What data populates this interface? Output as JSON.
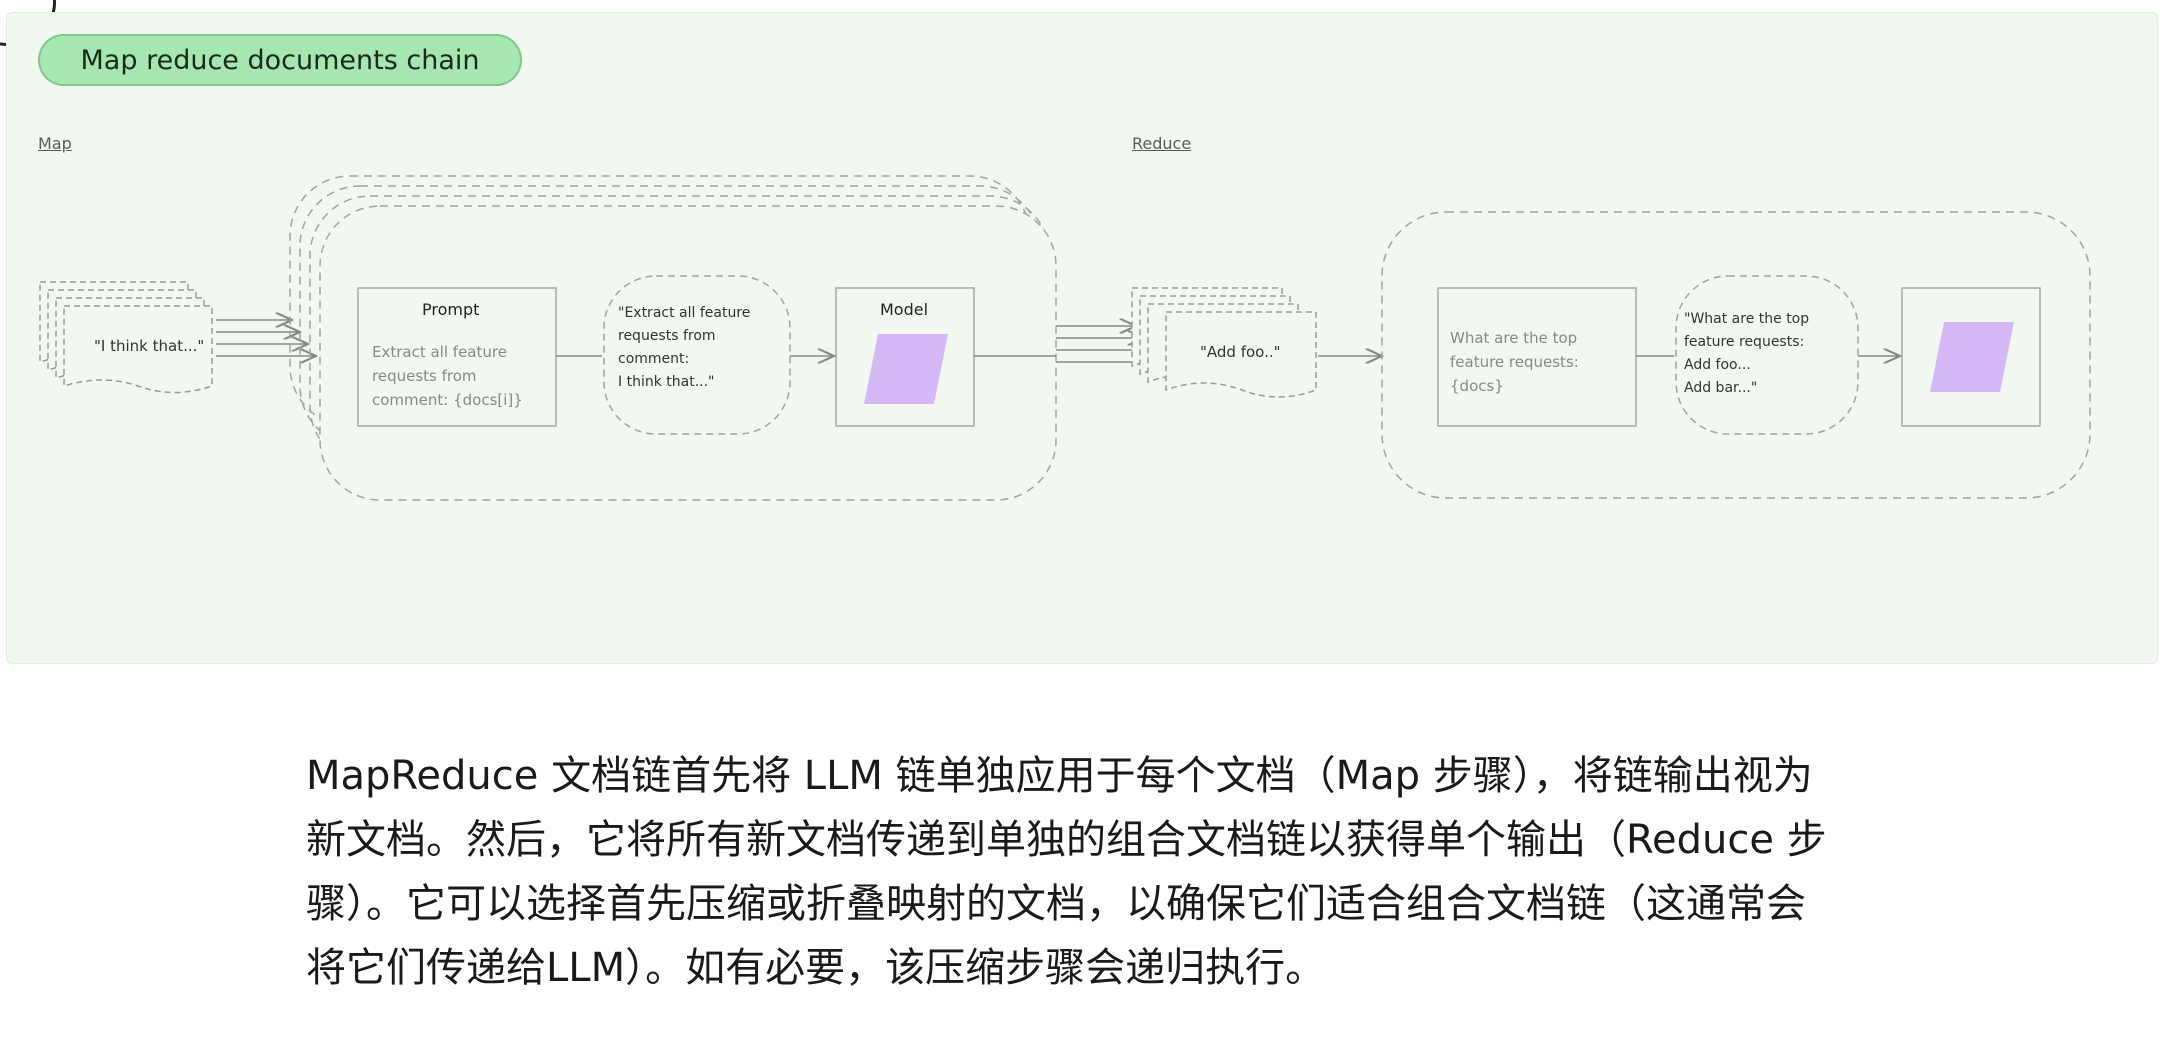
{
  "diagram": {
    "title": "Map reduce documents chain",
    "map_label": "Map",
    "reduce_label": "Reduce",
    "map": {
      "document_text": "\"I think that...\"",
      "prompt_title": "Prompt",
      "prompt_template": "Extract all feature\nrequests from\ncomment: {docs[i]}",
      "prompt_value": "\"Extract all feature\nrequests from\ncomment:\n   I think that...\"",
      "model_title": "Model"
    },
    "reduce": {
      "mapped_doc_text": "\"Add foo..\"",
      "prompt_template": "What are the top\nfeature requests:\n{docs}",
      "prompt_value": "\"What are the top\nfeature requests:\n   Add foo...\n   Add bar...\""
    },
    "colors": {
      "panel_bg": "#f1f8ef",
      "pill_bg": "#a6e6b0",
      "model_shape": "#d5b8f5",
      "dashed_stroke": "#9a9a9a"
    },
    "icons": [
      "model-parallelogram-icon",
      "arrow-icon"
    ]
  },
  "caption": {
    "line1": "MapReduce 文档链首先将 LLM 链单独应用于每个文档（Map 步骤），将链输出视为",
    "line2": "新文档。然后，它将所有新文档传递到单独的组合文档链以获得单个输出（Reduce 步",
    "line3": "骤）。它可以选择首先压缩或折叠映射的文档，以确保它们适合组合文档链（这通常会",
    "line4": "将它们传递给LLM）。如有必要，该压缩步骤会递归执行。"
  }
}
